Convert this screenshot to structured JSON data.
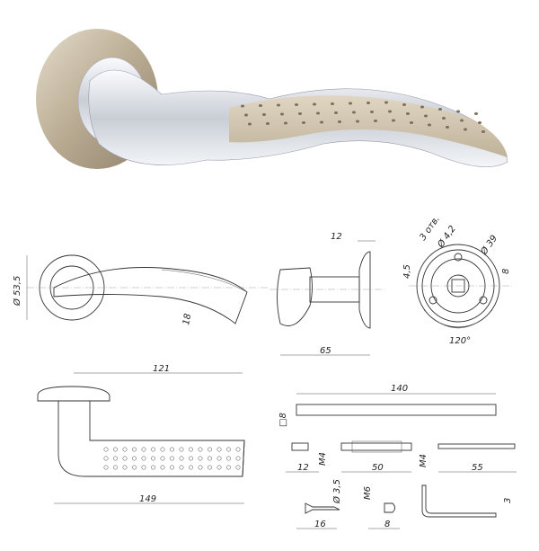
{
  "photo": {
    "finish_colors": {
      "satin_nickel": "#c8bba3",
      "chrome": "#e6e9ee"
    }
  },
  "front_view": {
    "rosette_diameter": "Ø 53,5",
    "lever_width": "18"
  },
  "side_view": {
    "rosette_depth": "12",
    "projection": "65"
  },
  "rosette_back": {
    "hole_diameter": "Ø 4,2",
    "hole_count": "3 отв.",
    "bolt_circle": "Ø 39",
    "small_square": "4,5",
    "spindle_square": "8",
    "angle": "120°"
  },
  "top_view": {
    "grip_length": "121",
    "total_length": "149"
  },
  "parts": {
    "spindle_length": "140",
    "spindle_square": "□8",
    "screw_a_length": "12",
    "screw_a_thread": "M4",
    "bolt_length": "50",
    "bolt_thread": "M4",
    "rod_length": "55",
    "wood_screw_diameter": "Ø 3,5",
    "wood_screw_length": "16",
    "grub_screw_thread": "M6",
    "grub_screw_length": "8",
    "hex_key_size": "3"
  }
}
